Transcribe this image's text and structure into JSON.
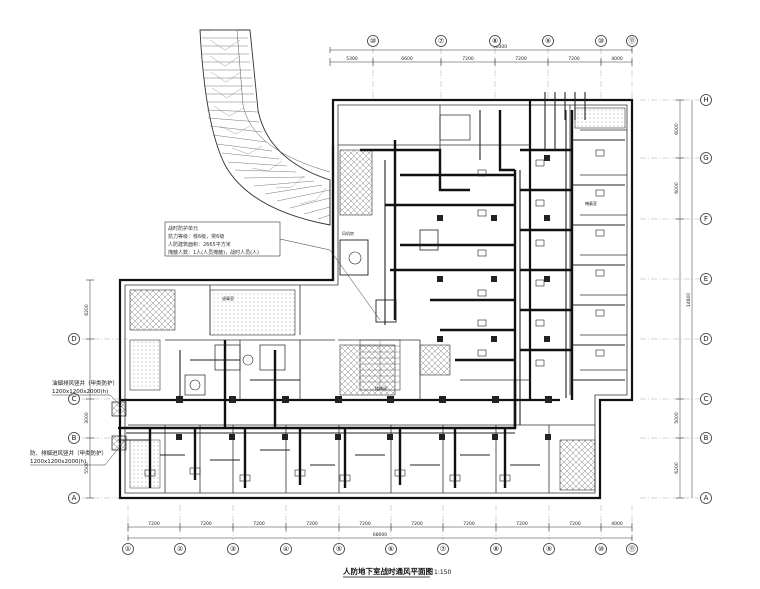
{
  "drawing": {
    "title": "人防地下室战时通风平面图",
    "scale": "1:150"
  },
  "axes_top": [
    "⑩",
    "⑦",
    "⑧",
    "⑨",
    "⑩",
    "⑪"
  ],
  "axes_bottom": [
    "①",
    "②",
    "③",
    "④",
    "⑤",
    "⑥",
    "⑦",
    "⑧",
    "⑨",
    "⑩",
    "⑪"
  ],
  "axes_left": [
    "D",
    "C",
    "B",
    "A"
  ],
  "axes_right": [
    "H",
    "G",
    "F",
    "E",
    "D",
    "C",
    "B",
    "A"
  ],
  "dims_top": [
    "5300",
    "6600",
    "7200",
    "7200",
    "7200",
    "4000"
  ],
  "dims_top_total": "36300",
  "dims_bottom": [
    "7200",
    "7200",
    "7200",
    "7200",
    "7200",
    "7200",
    "7200",
    "7200",
    "7200",
    "4000"
  ],
  "dims_bottom_total": "68000",
  "dims_left": [
    "8200",
    "3000",
    "5500"
  ],
  "dims_right": [
    "6000",
    "6000",
    "14600",
    "5000",
    "6200"
  ],
  "notes": {
    "box_lines": [
      "战时防护单元",
      "抗力等级：核6级，常6级",
      "人防建筑面积：2665平方米",
      "掩蔽人数：1人(人员掩蔽)，战时人员(人)"
    ]
  },
  "callouts": [
    {
      "line1": "油烟排风竖井（甲类防护）",
      "line2": "1200x1200x2000(h)"
    },
    {
      "line1": "防、排烟进风竖井（甲类防护）",
      "line2": "1200x1200x2000(h)"
    }
  ],
  "room_labels": {
    "stair": "楼梯间",
    "fan_room": "风机房",
    "filter": "滤毒室",
    "shelter": "掩蔽室"
  }
}
